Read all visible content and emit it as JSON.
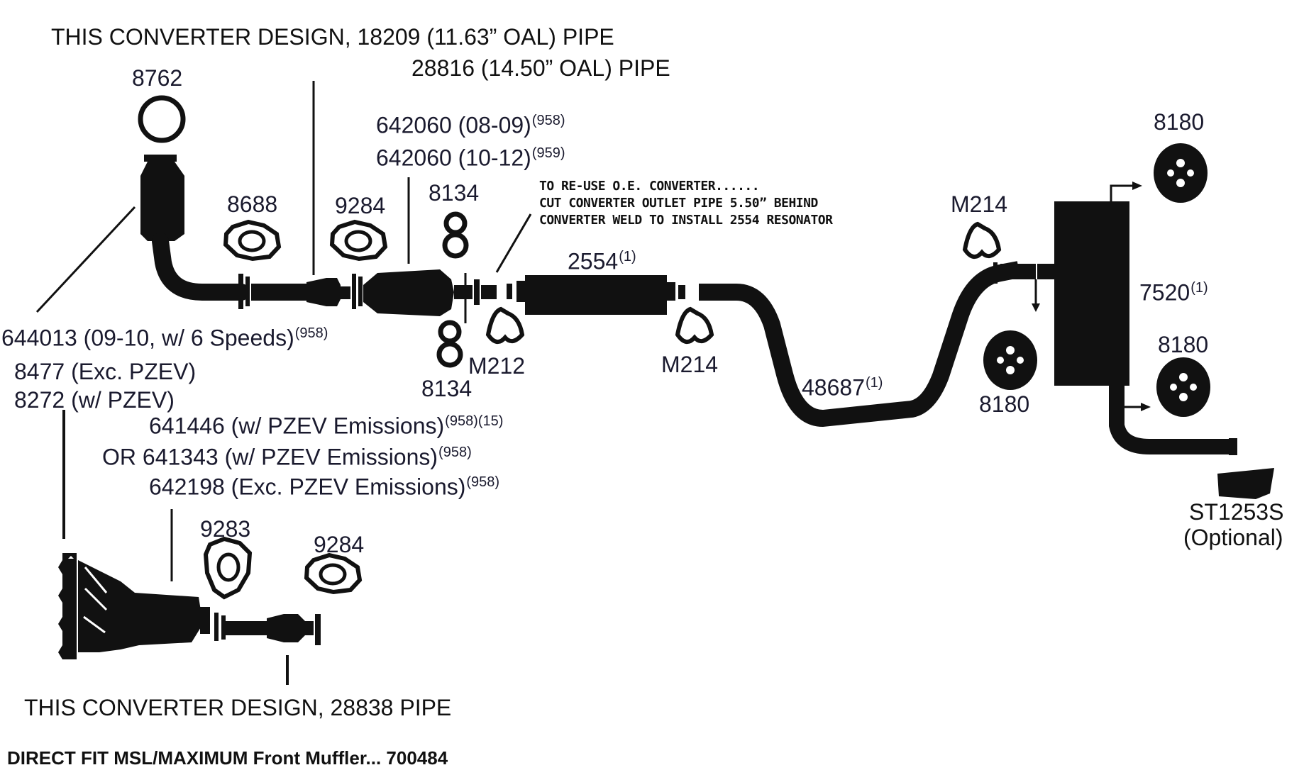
{
  "diagram": {
    "converter_design_top": {
      "line1": "THIS CONVERTER DESIGN, 18209 (11.63” OAL) PIPE",
      "line2": "28816 (14.50” OAL) PIPE"
    },
    "converter_design_bottom": "THIS CONVERTER DESIGN, 28838 PIPE",
    "footer": "DIRECT FIT MSL/MAXIMUM Front Muffler... 700484",
    "reuse_note": [
      "TO RE-USE O.E. CONVERTER......",
      "CUT CONVERTER OUTLET PIPE 5.50” BEHIND",
      "CONVERTER WELD TO INSTALL 2554 RESONATOR"
    ],
    "parts": {
      "p8762": "8762",
      "p8688": "8688",
      "p9284_top": "9284",
      "p8134_top": "8134",
      "p8134_bottom": "8134",
      "p642060_a": "642060 (08-09)",
      "p642060_a_sup": "(958)",
      "p642060_b": "642060 (10-12)",
      "p642060_b_sup": "(959)",
      "p2554": "2554",
      "p2554_sup": "(1)",
      "pM212": "M212",
      "pM214_mid": "M214",
      "pM214_top": "M214",
      "p48687": "48687",
      "p48687_sup": "(1)",
      "p8180_top": "8180",
      "p8180_left": "8180",
      "p8180_right": "8180",
      "p7520": "7520",
      "p7520_sup": "(1)",
      "pST1253S": "ST1253S",
      "pST1253S_opt": "(Optional)",
      "p644013": "644013 (09-10, w/ 6 Speeds)",
      "p644013_sup": "(958)",
      "p8477": "8477 (Exc. PZEV)",
      "p8272": "8272 (w/ PZEV)",
      "p641446": "641446 (w/ PZEV Emissions)",
      "p641446_sup": "(958)(15)",
      "p641343": "OR 641343 (w/ PZEV Emissions)",
      "p641343_sup": "(958)",
      "p642198": "642198 (Exc.  PZEV Emissions)",
      "p642198_sup": "(958)",
      "p9283": "9283",
      "p9284_bottom": "9284"
    }
  }
}
